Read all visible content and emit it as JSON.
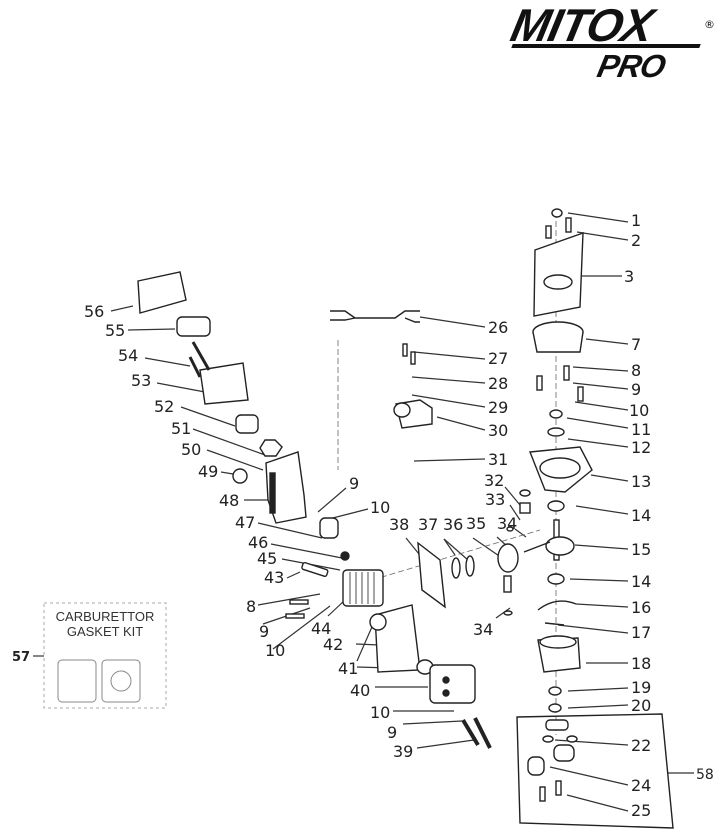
{
  "brand": {
    "name": "MITOX",
    "registered_mark": "®",
    "subline": "PRO"
  },
  "diagram": {
    "title": "Exploded parts diagram - engine assembly",
    "callouts": [
      {
        "id": "1"
      },
      {
        "id": "2"
      },
      {
        "id": "3"
      },
      {
        "id": "7"
      },
      {
        "id": "8"
      },
      {
        "id": "9"
      },
      {
        "id": "10"
      },
      {
        "id": "11"
      },
      {
        "id": "12"
      },
      {
        "id": "13"
      },
      {
        "id": "14"
      },
      {
        "id": "15"
      },
      {
        "id": "14b",
        "label": "14"
      },
      {
        "id": "16"
      },
      {
        "id": "17"
      },
      {
        "id": "18"
      },
      {
        "id": "19"
      },
      {
        "id": "20"
      },
      {
        "id": "22"
      },
      {
        "id": "24"
      },
      {
        "id": "25"
      },
      {
        "id": "26"
      },
      {
        "id": "27"
      },
      {
        "id": "28"
      },
      {
        "id": "29"
      },
      {
        "id": "30"
      },
      {
        "id": "31"
      },
      {
        "id": "32"
      },
      {
        "id": "33"
      },
      {
        "id": "34"
      },
      {
        "id": "35"
      },
      {
        "id": "36"
      },
      {
        "id": "37"
      },
      {
        "id": "38"
      },
      {
        "id": "34b",
        "label": "34"
      },
      {
        "id": "39"
      },
      {
        "id": "40"
      },
      {
        "id": "41"
      },
      {
        "id": "42"
      },
      {
        "id": "43"
      },
      {
        "id": "44"
      },
      {
        "id": "45"
      },
      {
        "id": "46"
      },
      {
        "id": "47"
      },
      {
        "id": "48"
      },
      {
        "id": "49"
      },
      {
        "id": "50"
      },
      {
        "id": "51"
      },
      {
        "id": "52"
      },
      {
        "id": "53"
      },
      {
        "id": "54"
      },
      {
        "id": "55"
      },
      {
        "id": "56"
      },
      {
        "id": "57"
      },
      {
        "id": "58"
      }
    ],
    "labels": {
      "l1": "1",
      "l2": "2",
      "l3": "3",
      "l7": "7",
      "l8r": "8",
      "l9r": "9",
      "l10r": "10",
      "l11": "11",
      "l12": "12",
      "l13": "13",
      "l14a": "14",
      "l15": "15",
      "l14b": "14",
      "l16": "16",
      "l17": "17",
      "l18": "18",
      "l19": "19",
      "l20": "20",
      "l22": "22",
      "l24": "24",
      "l25": "25",
      "l58": "58",
      "l26": "26",
      "l27": "27",
      "l28": "28",
      "l29": "29",
      "l30": "30",
      "l31": "31",
      "l32": "32",
      "l33": "33",
      "l34a": "34",
      "l35": "35",
      "l36": "36",
      "l37": "37",
      "l38": "38",
      "l34b": "34",
      "l56": "56",
      "l55": "55",
      "l54": "54",
      "l53": "53",
      "l52": "52",
      "l51": "51",
      "l50": "50",
      "l49": "49",
      "l48": "48",
      "l9c": "9",
      "l10c": "10",
      "l47": "47",
      "l46": "46",
      "l45": "45",
      "l43": "43",
      "l8l": "8",
      "l9l": "9",
      "l10l": "10",
      "l44": "44",
      "l42": "42",
      "l41": "41",
      "l40": "40",
      "l10b": "10",
      "l9b": "9",
      "l39": "39",
      "l57": "57"
    },
    "kit": {
      "line1": "CARBURETTOR",
      "line2": "GASKET KIT"
    }
  }
}
